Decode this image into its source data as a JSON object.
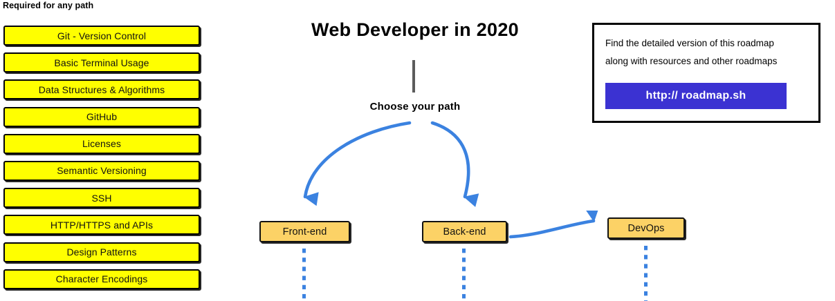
{
  "page": {
    "title": "Web Developer in 2020",
    "branch_prompt": "Choose your path"
  },
  "required_section": {
    "heading": "Required for any path",
    "items": [
      {
        "label": "Git - Version Control"
      },
      {
        "label": "Basic Terminal Usage"
      },
      {
        "label": "Data Structures & Algorithms"
      },
      {
        "label": "GitHub"
      },
      {
        "label": "Licenses"
      },
      {
        "label": "Semantic Versioning"
      },
      {
        "label": "SSH"
      },
      {
        "label": "HTTP/HTTPS and APIs"
      },
      {
        "label": "Design Patterns"
      },
      {
        "label": "Character Encodings"
      }
    ]
  },
  "paths": [
    {
      "label": "Front-end"
    },
    {
      "label": "Back-end"
    },
    {
      "label": "DevOps"
    }
  ],
  "info_box": {
    "line_1": "Find the detailed version of this roadmap",
    "line_2": "along with resources and other roadmaps",
    "button_label": "http:// roadmap.sh"
  },
  "colors": {
    "required_box_fill": "#ffff00",
    "path_box_fill": "#fcd266",
    "arrow_blue": "#3b82e0",
    "link_button": "#3b32d2",
    "stem_gray": "#5c5c5c",
    "outline": "#000000"
  }
}
